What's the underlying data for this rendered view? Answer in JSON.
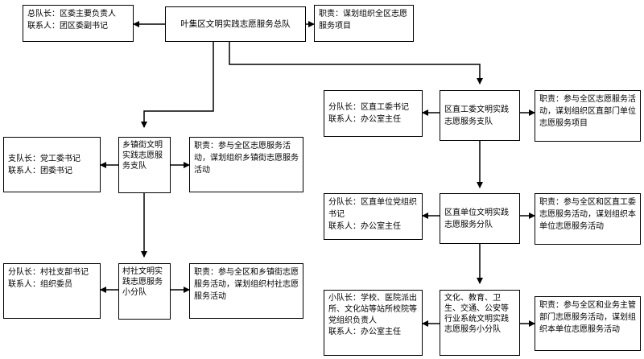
{
  "hq": {
    "title": "叶集区文明实践志愿服务总队",
    "leader": "总队长：区委主要负责人",
    "contact": "联系人：团区委副书记",
    "duty": "职责：谋划组织全区志愿服务项目"
  },
  "branch_left": {
    "title": "乡镇街文明实践志愿服务支队",
    "leader": "支队长：党工委书记",
    "contact": "联系人：团委书记",
    "duty": "职责：参与全区志愿服务活动，谋划组织乡镇街志愿服务活动"
  },
  "village": {
    "title": "村社文明实践志愿服务小分队",
    "leader": "分队长：村社支部书记",
    "contact": "联系人：组织委员",
    "duty": "职责：参与全区和乡镇街志愿服务活动，谋划组织村社志愿服务活动"
  },
  "gov": {
    "title": "区直工委文明实践志愿服务支队",
    "leader": "分队长：区直工委书记",
    "contact": "联系人：办公室主任",
    "duty": "职责：参与全区志愿服务活动，谋划组织区直部门单位志愿服务项目"
  },
  "units": {
    "title": "区直单位文明实践志愿服务分队",
    "leader": "分队长：区直单位党组织书记",
    "contact": "联系人：办公室主任",
    "duty": "职责：参与全区和区直工委志愿服务活动，谋划组织本单位志愿服务活动"
  },
  "sector": {
    "title": "文化、教育、卫生、交通、公安等行业系统文明实践志愿服务小分队",
    "leader": "小队长：学校、医院派出所、文化站等站所校院等党组织负责人",
    "contact": "联系人：办公室主任",
    "duty": "职责：参与全区和业务主管部门志愿服务活动，谋划组织本单位志愿服务活动"
  }
}
